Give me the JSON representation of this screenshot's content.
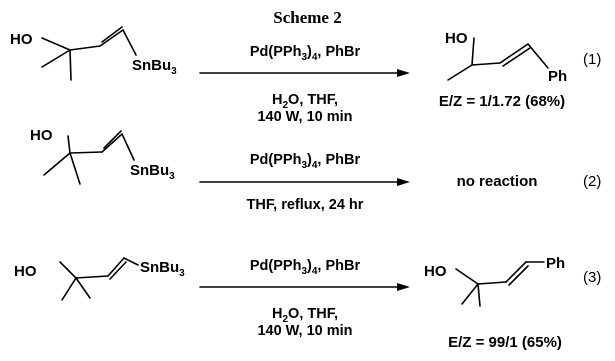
{
  "scheme": {
    "title": "Scheme 2",
    "reactions": [
      {
        "reagents": "Pd(PPh3)4, PhBr",
        "conditions": [
          "H2O, THF,",
          "140 W, 10 min"
        ],
        "result": "E/Z = 1/1.72 (68%)",
        "number": "(1)"
      },
      {
        "reagents": "Pd(PPh3)4, PhBr",
        "conditions": [
          "THF, reflux, 24 hr"
        ],
        "result": "no reaction",
        "number": "(2)"
      },
      {
        "reagents": "Pd(PPh3)4, PhBr",
        "conditions": [
          "H2O, THF,",
          "140 W, 10 min"
        ],
        "result": "E/Z = 99/1 (65%)",
        "number": "(3)"
      }
    ],
    "labels": {
      "ho": "HO",
      "sn": "SnBu",
      "sub3": "3",
      "ph": "Ph"
    }
  }
}
